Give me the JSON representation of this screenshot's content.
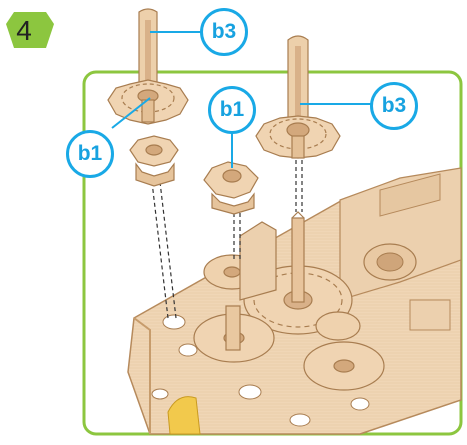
{
  "step": {
    "number": "4"
  },
  "callouts": [
    {
      "label": "b3"
    },
    {
      "label": "b1"
    },
    {
      "label": "b1"
    },
    {
      "label": "b3"
    }
  ],
  "colors": {
    "frame_border": "#8cc63f",
    "badge_fill": "#8cc63f",
    "callout_border": "#19a9e6",
    "callout_text": "#17a2e0",
    "wood_light": "#f3dcc0",
    "wood_mid": "#e2bf98",
    "wood_dark": "#b68a5c"
  },
  "illustration": {
    "parts": [
      "b3-axle-gear",
      "b1-gear",
      "b1-gear",
      "b3-axle-gear"
    ],
    "base": "gearbox-assembly"
  }
}
